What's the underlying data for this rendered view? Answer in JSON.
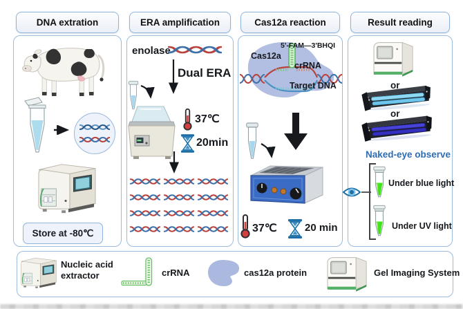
{
  "colors": {
    "panel_border": "#9bbcdf",
    "dna_red": "#b8413c",
    "dna_blue": "#3d6fa8",
    "crrna_green": "#5cb85c",
    "cas12a_blob": "#abb9e0",
    "fluorescence_green": "#35e30e",
    "highlight_text_blue": "#2e6db4",
    "thermometer_red": "#d43f3f",
    "hourglass_blue": "#1d6fa5",
    "incubator_front_blue": "#3b6cc5"
  },
  "icons": [
    "cow",
    "sample-tube",
    "dna-helix",
    "nucleic-acid-extractor",
    "water-bath",
    "thermometer",
    "hourglass",
    "cas12a-protein-blob",
    "crrna-hairpin",
    "metal-bath-incubator",
    "gel-imaging-system",
    "blue-light-transilluminator",
    "uv-transilluminator",
    "eye",
    "fluorescent-green-tube",
    "down-arrow",
    "curved-arrow",
    "bracket"
  ],
  "panels": {
    "dna_extraction": {
      "title": "DNA extration",
      "store": "Store at -80℃"
    },
    "era_amplification": {
      "title": "ERA amplification",
      "enolase": "enolase",
      "dual_era": "Dual ERA",
      "temperature": "37℃",
      "time": "20min"
    },
    "cas12a_reaction": {
      "title": "Cas12a reaction",
      "cas12a": "Cas12a",
      "probe": "5'-FAM—3'BHQI",
      "crrna": "crRNA",
      "target_dna": "Target DNA",
      "temperature": "37℃",
      "time": "20 min"
    },
    "result_reading": {
      "title": "Result reading",
      "or_first": "or",
      "or_second": "or",
      "naked_eye": "Naked-eye observe",
      "under_blue": "Under blue light",
      "under_uv": "Under UV light"
    }
  },
  "legend": {
    "extractor": "Nucleic acid extractor",
    "crrna": "crRNA",
    "cas12a_protein": "cas12a protein",
    "gel_imaging": "Gel Imaging System"
  }
}
